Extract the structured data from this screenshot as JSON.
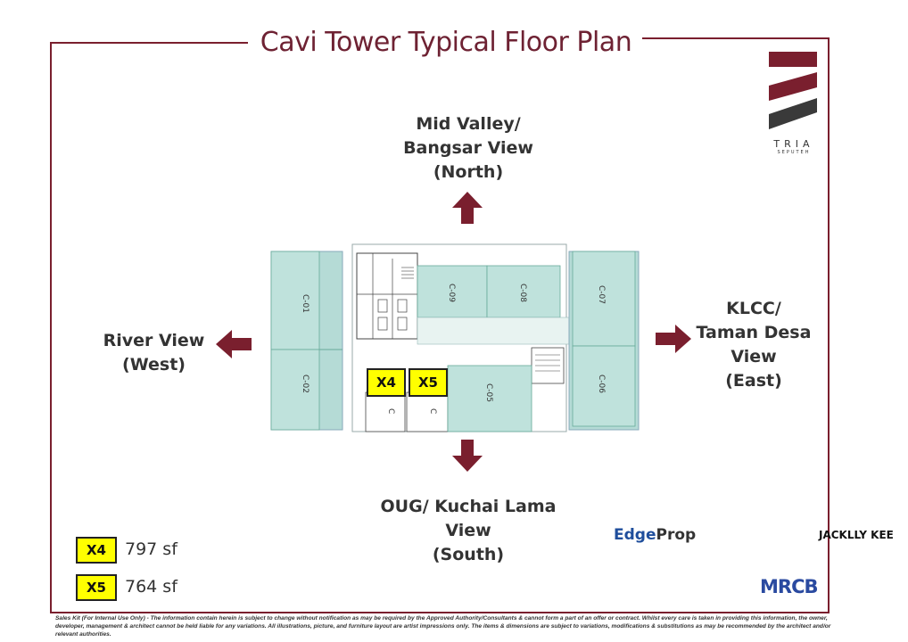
{
  "title": "Cavi Tower Typical Floor Plan",
  "brand": {
    "name": "TRIA",
    "sub": "SEPUTEH",
    "color": "#7a1f2e"
  },
  "views": {
    "north": [
      "Mid Valley/",
      "Bangsar View",
      "(North)"
    ],
    "west": [
      "River View",
      "(West)"
    ],
    "east": [
      "KLCC/",
      "Taman Desa",
      "View",
      "(East)"
    ],
    "south": [
      "OUG/ Kuchai Lama",
      "View",
      "(South)"
    ]
  },
  "units": [
    {
      "label": "X4",
      "size": "797 sf"
    },
    {
      "label": "X5",
      "size": "764 sf"
    }
  ],
  "unit_numbers": [
    "C-01",
    "C-02",
    "C-09",
    "C-08",
    "C-07",
    "C-06",
    "C-05",
    "C",
    "C"
  ],
  "watermark": {
    "edge": "Edge",
    "prop": "Prop",
    "agent": "JACKLLY KEE"
  },
  "developer": "MRCB",
  "disclaimer": "Sales Kit (For Internal Use Only) - The information contain herein is subject to change without notification as may be required by the Approved Authority/Consultants & cannot form a part of an offer or contract. Whilst every care is taken in providing this information, the owner, developer, management & architect cannot be held liable for any variations. All illustrations, picture, and furniture layout are artist impressions only. The items & dimensions are subject to variations, modifications & substitutions as may be recommended by the architect and/or relevant authorities.",
  "colors": {
    "accent": "#7a1f2e",
    "plan": "#b5dbd6",
    "highlight": "#ffff00",
    "edgeprop": "#1f4e9c",
    "mrcb": "#2a4aa0"
  }
}
